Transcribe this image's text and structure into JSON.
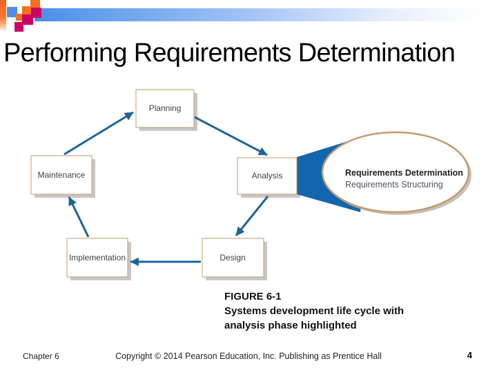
{
  "palette": {
    "accent_orange": "#f4711f",
    "accent_magenta": "#cc0066",
    "accent_blue": "#4a90e8",
    "arrow_blue": "#1c6398",
    "wedge_blue": "#1166ad",
    "box_border_tan": "#c49a6c",
    "shadow_gray": "#b7b3b1",
    "node_text": "#3f3f3f",
    "callout_text_primary": "#1f1f1f",
    "callout_text_secondary": "#475466"
  },
  "header": {
    "title": "Performing Requirements Determination"
  },
  "diagram": {
    "type": "cycle",
    "nodes": [
      {
        "id": "planning",
        "label": "Planning"
      },
      {
        "id": "analysis",
        "label": "Analysis"
      },
      {
        "id": "design",
        "label": "Design"
      },
      {
        "id": "implementation",
        "label": "Implementation"
      },
      {
        "id": "maintenance",
        "label": "Maintenance"
      }
    ],
    "edges": [
      [
        "Planning",
        "Analysis"
      ],
      [
        "Analysis",
        "Design"
      ],
      [
        "Design",
        "Implementation"
      ],
      [
        "Implementation",
        "Maintenance"
      ],
      [
        "Maintenance",
        "Planning"
      ]
    ],
    "highlighted_node": "Analysis",
    "callout": {
      "line1": "Requirements Determination",
      "line2": "Requirements Structuring"
    }
  },
  "caption": {
    "label": "FIGURE 6-1",
    "line1": "Systems development life cycle with",
    "line2": "analysis phase highlighted"
  },
  "footer": {
    "chapter": "Chapter 6",
    "copyright": "Copyright © 2014 Pearson Education, Inc. Publishing as Prentice Hall",
    "page": "4"
  }
}
